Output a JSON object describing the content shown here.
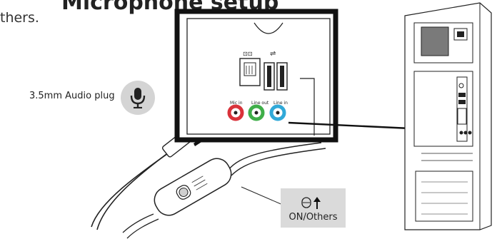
{
  "heading": {
    "title": "Microphone setup",
    "subtitle": "thers."
  },
  "labels": {
    "plug": "3.5mm Audio plug",
    "switch_state": "ON/Others",
    "port_mic": "Mic in",
    "port_line_out": "Line out",
    "port_line_in": "Line in"
  },
  "icons": {
    "mic": "microphone-icon",
    "toggle": "toggle-switch-icon",
    "arrow": "arrow-up-icon"
  },
  "colors": {
    "mic_port": "#d9323a",
    "line_out_port": "#3fae49",
    "line_in_port": "#31a9d8",
    "badge_gray": "#d4d4d4"
  }
}
